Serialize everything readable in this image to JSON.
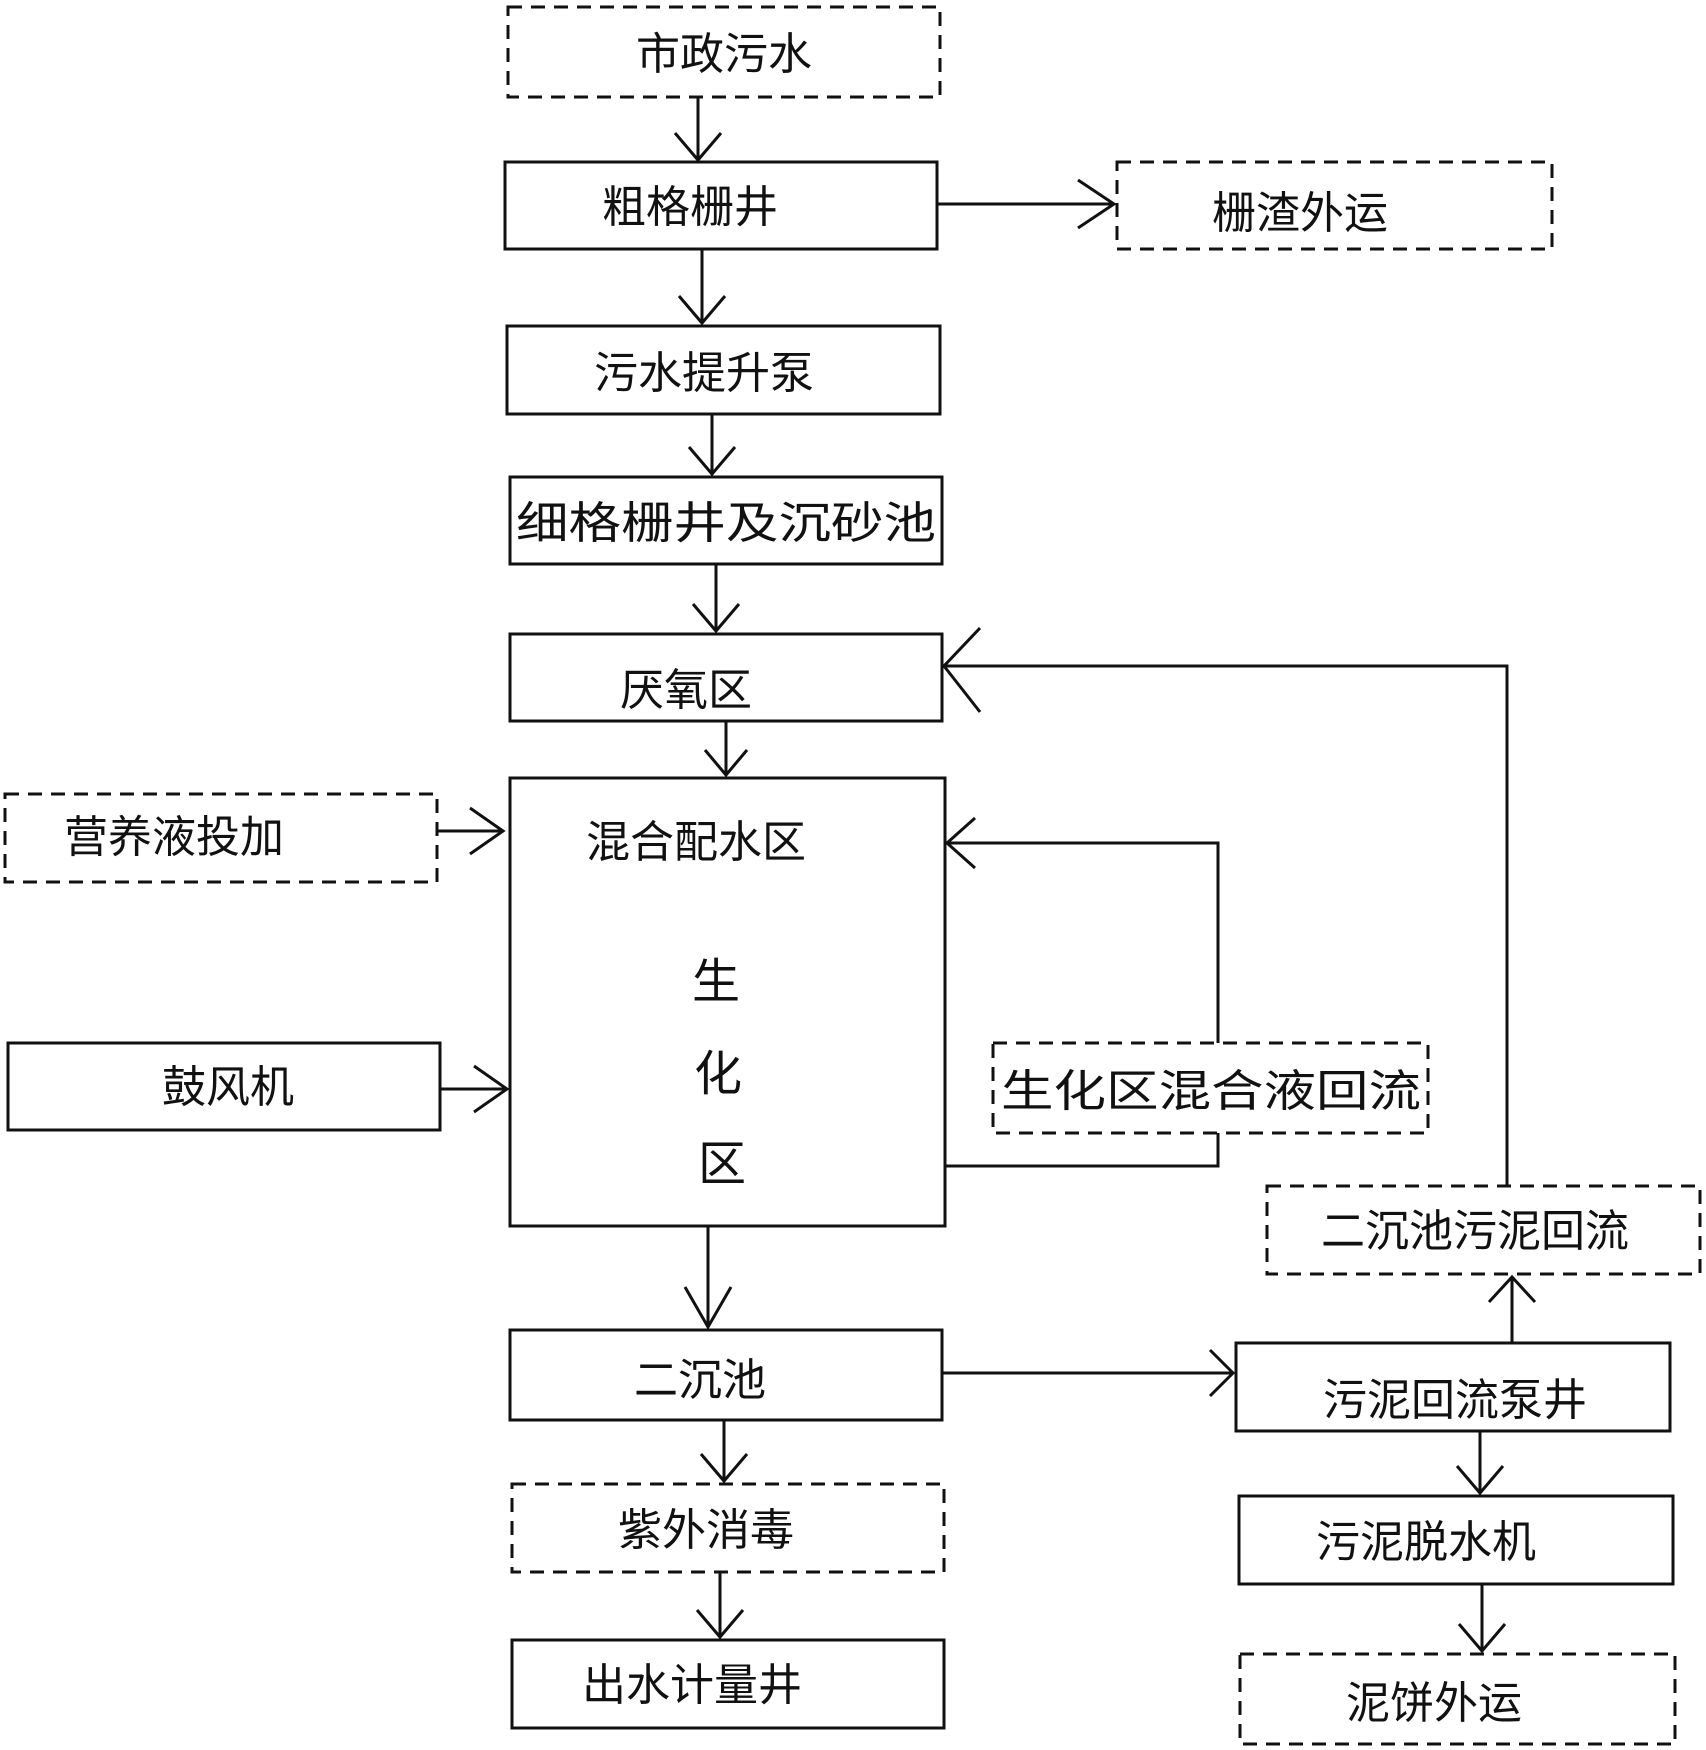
{
  "nodes": {
    "municipal_sewage": "市政污水",
    "coarse_screen_well": "粗格栅井",
    "screenings_removal": "栅渣外运",
    "sewage_lift_pump": "污水提升泵",
    "fine_screen_grit": "细格栅井及沉砂池",
    "anaerobic_zone": "厌氧区",
    "nutrient_dosing": "营养液投加",
    "blower": "鼓风机",
    "mixing_zone": "混合配水区",
    "bio_zone_chars": [
      "生",
      "化",
      "区"
    ],
    "mixed_liquor_return": "生化区混合液回流",
    "secondary_sludge_return": "二沉池污泥回流",
    "secondary_clarifier": "二沉池",
    "sludge_return_pump_well": "污泥回流泵井",
    "uv_disinfection": "紫外消毒",
    "sludge_dewatering": "污泥脱水机",
    "effluent_metering_well": "出水计量井",
    "sludge_cake_removal": "泥饼外运"
  },
  "colors": {
    "stroke": "#111111",
    "background": "#ffffff"
  }
}
